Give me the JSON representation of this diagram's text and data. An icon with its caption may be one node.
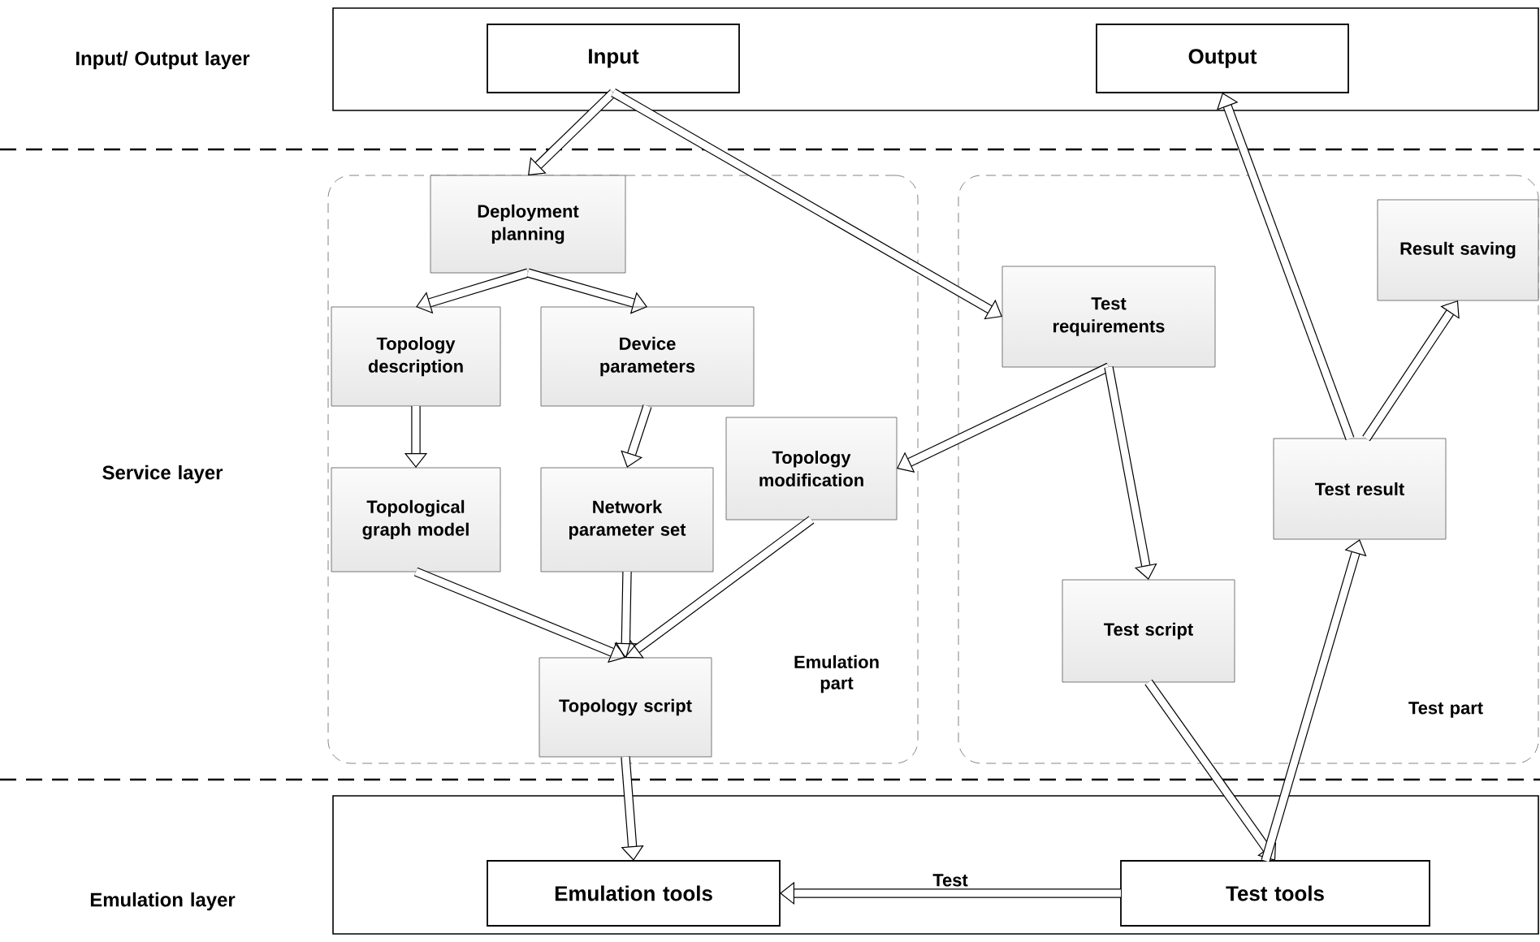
{
  "diagram": {
    "nodes": [
      {
        "text": [],
        "shape": "box"
      },
      {
        "text": [
          "Input"
        ],
        "in": 0
      },
      {
        "text": [
          "Output"
        ],
        "in": 0
      },
      {
        "text": [
          "Emulation part"
        ]
      },
      {
        "text": [
          "Deployment planning"
        ],
        "in": 3
      },
      {
        "text": [
          "Topology description"
        ],
        "in": 3
      },
      {
        "text": [
          "Device parameters"
        ],
        "in": 3
      },
      {
        "text": [
          "Topological graph model"
        ],
        "in": 3
      },
      {
        "text": [
          "Network parameter set"
        ],
        "in": 3
      },
      {
        "text": [
          "Topology modification"
        ],
        "in": 3
      },
      {
        "text": [
          "Topology script"
        ],
        "in": 3
      },
      {
        "text": [
          "Test part"
        ]
      },
      {
        "text": [
          "Test requirements"
        ],
        "in": 11
      },
      {
        "text": [
          "Test script"
        ],
        "in": 11
      },
      {
        "text": [
          "Test result"
        ],
        "in": 11
      },
      {
        "text": [
          "Result saving"
        ],
        "in": 11
      },
      {
        "text": [],
        "shape": "box"
      },
      {
        "text": [
          "Emulation tools"
        ],
        "in": 16
      },
      {
        "text": [
          "Test tools"
        ],
        "in": 16
      }
    ],
    "edges": [
      {
        "from": 1,
        "to": 4,
        "arrow": "to"
      },
      {
        "from": 1,
        "to": 12,
        "arrow": "to"
      },
      {
        "from": 4,
        "to": 5,
        "arrow": "to"
      },
      {
        "from": 4,
        "to": 6,
        "arrow": "to"
      },
      {
        "from": 5,
        "to": 7,
        "arrow": "to"
      },
      {
        "from": 6,
        "to": 8,
        "arrow": "to"
      },
      {
        "from": 12,
        "to": 9,
        "arrow": "to"
      },
      {
        "from": 12,
        "to": 13,
        "arrow": "to"
      },
      {
        "from": 7,
        "to": 10,
        "arrow": "to"
      },
      {
        "from": 8,
        "to": 10,
        "arrow": "to"
      },
      {
        "from": 9,
        "to": 10,
        "arrow": "to"
      },
      {
        "from": 10,
        "to": 17,
        "arrow": "to"
      },
      {
        "from": 13,
        "to": 18,
        "arrow": "to"
      },
      {
        "from": 18,
        "to": 14,
        "arrow": "to"
      },
      {
        "from": 18,
        "to": 17,
        "arrow": "to",
        "label": "Test"
      },
      {
        "from": 14,
        "to": 2,
        "arrow": "to"
      },
      {
        "from": 14,
        "to": 15,
        "arrow": "to"
      }
    ],
    "labels": [
      "Input/ Output layer",
      "Service layer",
      "Emulation layer"
    ]
  }
}
